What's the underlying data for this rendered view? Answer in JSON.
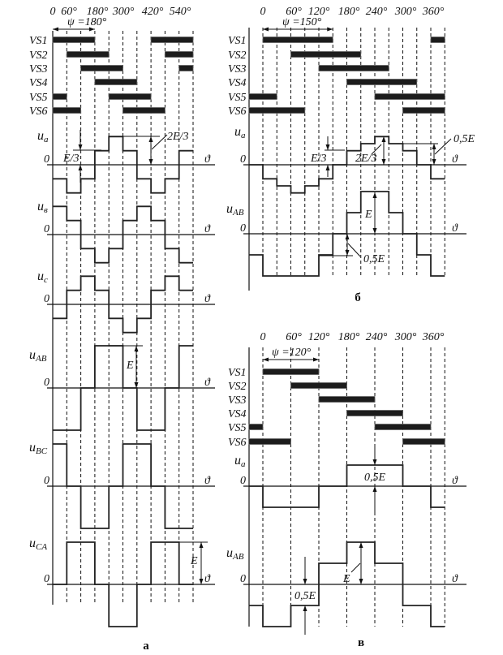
{
  "chart_data": [
    {
      "type": "line",
      "panel": "a",
      "caption": "а",
      "angle_label": "ψ =180°",
      "x_ticks": [
        "0",
        "60°",
        "180°",
        "300°",
        "420°",
        "540°"
      ],
      "x_tick_degrees": [
        0,
        60,
        180,
        300,
        420,
        540
      ],
      "x_range_deg": [
        0,
        600
      ],
      "step_deg": 60,
      "switches": [
        {
          "name": "VS1",
          "on": [
            [
              0,
              180
            ],
            [
              420,
              600
            ]
          ]
        },
        {
          "name": "VS2",
          "on": [
            [
              60,
              240
            ],
            [
              480,
              600
            ]
          ]
        },
        {
          "name": "VS3",
          "on": [
            [
              120,
              300
            ],
            [
              540,
              600
            ]
          ]
        },
        {
          "name": "VS4",
          "on": [
            [
              180,
              360
            ]
          ]
        },
        {
          "name": "VS5",
          "on": [
            [
              0,
              60
            ],
            [
              240,
              420
            ]
          ]
        },
        {
          "name": "VS6",
          "on": [
            [
              0,
              120
            ],
            [
              300,
              480
            ]
          ]
        }
      ],
      "series": [
        {
          "name": "u_a",
          "label": "uа",
          "unit": "E",
          "values": [
            -0.3333,
            -0.6667,
            -0.3333,
            0.3333,
            0.6667,
            0.3333,
            -0.3333,
            -0.6667,
            -0.3333,
            0.3333
          ]
        },
        {
          "name": "u_b",
          "label": "uв",
          "unit": "E",
          "values": [
            0.6667,
            0.3333,
            -0.3333,
            -0.6667,
            -0.3333,
            0.3333,
            0.6667,
            0.3333,
            -0.3333,
            -0.6667
          ]
        },
        {
          "name": "u_c",
          "label": "uc",
          "unit": "E",
          "values": [
            -0.3333,
            0.3333,
            0.6667,
            0.3333,
            -0.3333,
            -0.6667,
            -0.3333,
            0.3333,
            0.6667,
            0.3333
          ]
        },
        {
          "name": "u_AB",
          "label": "uAB",
          "unit": "E",
          "values": [
            -1,
            -1,
            0,
            1,
            1,
            0,
            -1,
            -1,
            0,
            1
          ]
        },
        {
          "name": "u_BC",
          "label": "uBC",
          "unit": "E",
          "values": [
            1,
            0,
            -1,
            -1,
            0,
            1,
            1,
            0,
            -1,
            -1
          ]
        },
        {
          "name": "u_CA",
          "label": "uCA",
          "unit": "E",
          "values": [
            0,
            1,
            1,
            0,
            -1,
            -1,
            0,
            1,
            1,
            0
          ]
        }
      ],
      "annotations": [
        "E/3",
        "2E/3",
        "E",
        "E"
      ],
      "zero_label": "0",
      "axis_symbol": "ϑ"
    },
    {
      "type": "line",
      "panel": "b",
      "caption": "б",
      "angle_label": "ψ =150°",
      "x_ticks": [
        "0",
        "60°",
        "120°",
        "180°",
        "240°",
        "300°",
        "360°"
      ],
      "x_tick_degrees": [
        0,
        60,
        120,
        180,
        240,
        300,
        360
      ],
      "x_range_deg": [
        -30,
        390
      ],
      "step_deg": 30,
      "switches": [
        {
          "name": "VS1",
          "on": [
            [
              0,
              150
            ],
            [
              360,
              390
            ]
          ]
        },
        {
          "name": "VS2",
          "on": [
            [
              60,
              210
            ]
          ]
        },
        {
          "name": "VS3",
          "on": [
            [
              120,
              270
            ]
          ]
        },
        {
          "name": "VS4",
          "on": [
            [
              180,
              330
            ]
          ]
        },
        {
          "name": "VS5",
          "on": [
            [
              -30,
              30
            ],
            [
              240,
              390
            ]
          ]
        },
        {
          "name": "VS6",
          "on": [
            [
              -30,
              90
            ],
            [
              300,
              390
            ]
          ]
        }
      ],
      "series": [
        {
          "name": "u_a",
          "label": "uа",
          "unit": "E",
          "values": [
            0,
            -0.3333,
            -0.5,
            -0.6667,
            -0.5,
            -0.3333,
            0,
            0.3333,
            0.5,
            0.6667,
            0.5,
            0.3333,
            0,
            -0.3333
          ]
        },
        {
          "name": "u_AB",
          "label": "uAB",
          "unit": "E",
          "values": [
            -0.5,
            -1,
            -1,
            -1,
            -1,
            -0.5,
            0,
            0.5,
            1,
            1,
            0.5,
            0,
            -0.5,
            -1
          ]
        }
      ],
      "annotations": [
        "E/3",
        "2E/3",
        "0,5E",
        "E",
        "0,5E"
      ],
      "zero_label": "0",
      "axis_symbol": "ϑ"
    },
    {
      "type": "line",
      "panel": "c",
      "caption": "в",
      "angle_label": "ψ =120°",
      "x_ticks": [
        "0",
        "60°",
        "120°",
        "180°",
        "240°",
        "300°",
        "360°"
      ],
      "x_tick_degrees": [
        0,
        60,
        120,
        180,
        240,
        300,
        360
      ],
      "x_range_deg": [
        -30,
        390
      ],
      "step_deg": 30,
      "switches": [
        {
          "name": "VS1",
          "on": [
            [
              0,
              120
            ]
          ]
        },
        {
          "name": "VS2",
          "on": [
            [
              60,
              180
            ]
          ]
        },
        {
          "name": "VS3",
          "on": [
            [
              120,
              240
            ]
          ]
        },
        {
          "name": "VS4",
          "on": [
            [
              180,
              300
            ]
          ]
        },
        {
          "name": "VS5",
          "on": [
            [
              -30,
              0
            ],
            [
              240,
              360
            ]
          ]
        },
        {
          "name": "VS6",
          "on": [
            [
              -30,
              60
            ],
            [
              300,
              390
            ]
          ]
        }
      ],
      "series": [
        {
          "name": "u_a",
          "label": "uа",
          "unit": "E",
          "values": [
            0,
            -0.5,
            -0.5,
            -0.5,
            -0.5,
            0,
            0,
            0.5,
            0.5,
            0.5,
            0.5,
            0,
            0,
            -0.5
          ]
        },
        {
          "name": "u_AB",
          "label": "uAB",
          "unit": "E",
          "values": [
            -0.5,
            -1,
            -1,
            -0.5,
            -0.5,
            0.5,
            0.5,
            1,
            1,
            0.5,
            0.5,
            -0.5,
            -0.5,
            -1
          ]
        }
      ],
      "annotations": [
        "0,5E",
        "0,5E",
        "E"
      ],
      "zero_label": "0",
      "axis_symbol": "ϑ"
    }
  ]
}
